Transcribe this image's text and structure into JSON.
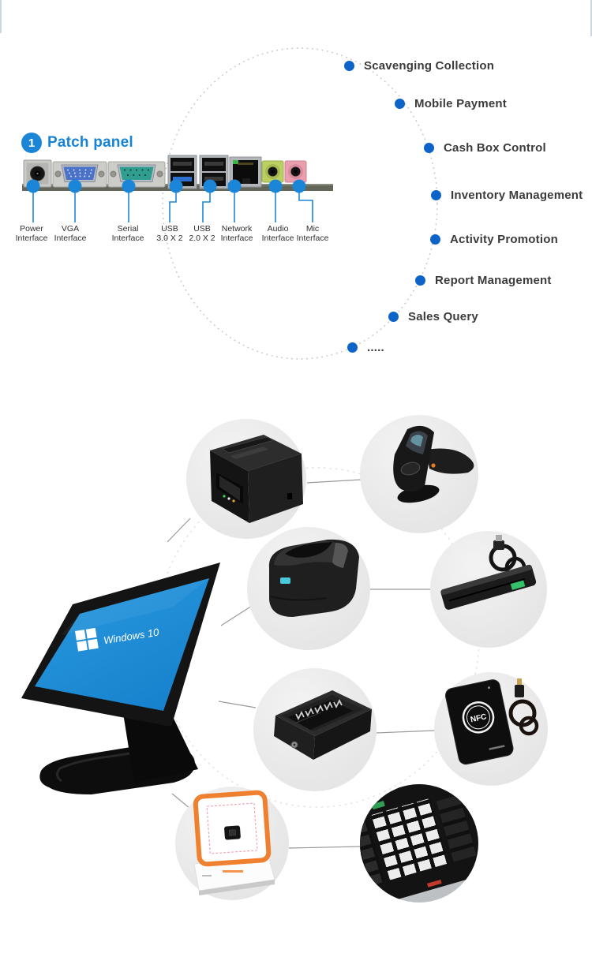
{
  "colors": {
    "accent_blue": "#1b86d7",
    "bullet_blue": "#0d63c8",
    "title_blue": "#1583d6",
    "text_dark": "#3b3b3b",
    "screen_blue": "#1f8dd6",
    "device_orange": "#f08232",
    "connector_gray": "#9a9a9a"
  },
  "features": {
    "items": [
      {
        "label": "Scavenging Collection"
      },
      {
        "label": "Mobile Payment"
      },
      {
        "label": "Cash Box Control"
      },
      {
        "label": "Inventory Management"
      },
      {
        "label": "Activity Promotion"
      },
      {
        "label": "Report Management"
      },
      {
        "label": "Sales Query"
      },
      {
        "label": "....."
      }
    ]
  },
  "patch_panel": {
    "badge": "1",
    "title": "Patch panel",
    "ports": [
      {
        "line1": "Power",
        "line2": "Interface"
      },
      {
        "line1": "VGA",
        "line2": "Interface"
      },
      {
        "line1": "Serial",
        "line2": "Interface"
      },
      {
        "line1": "USB",
        "line2": "3.0 X 2"
      },
      {
        "line1": "USB",
        "line2": "2.0 X 2"
      },
      {
        "line1": "Network",
        "line2": "Interface"
      },
      {
        "line1": "Audio",
        "line2": "Interface"
      },
      {
        "line1": "Mic",
        "line2": "Interface"
      }
    ]
  },
  "pos": {
    "screen_brand": "Windows 10"
  },
  "nfc_reader": {
    "label": "NFC"
  }
}
